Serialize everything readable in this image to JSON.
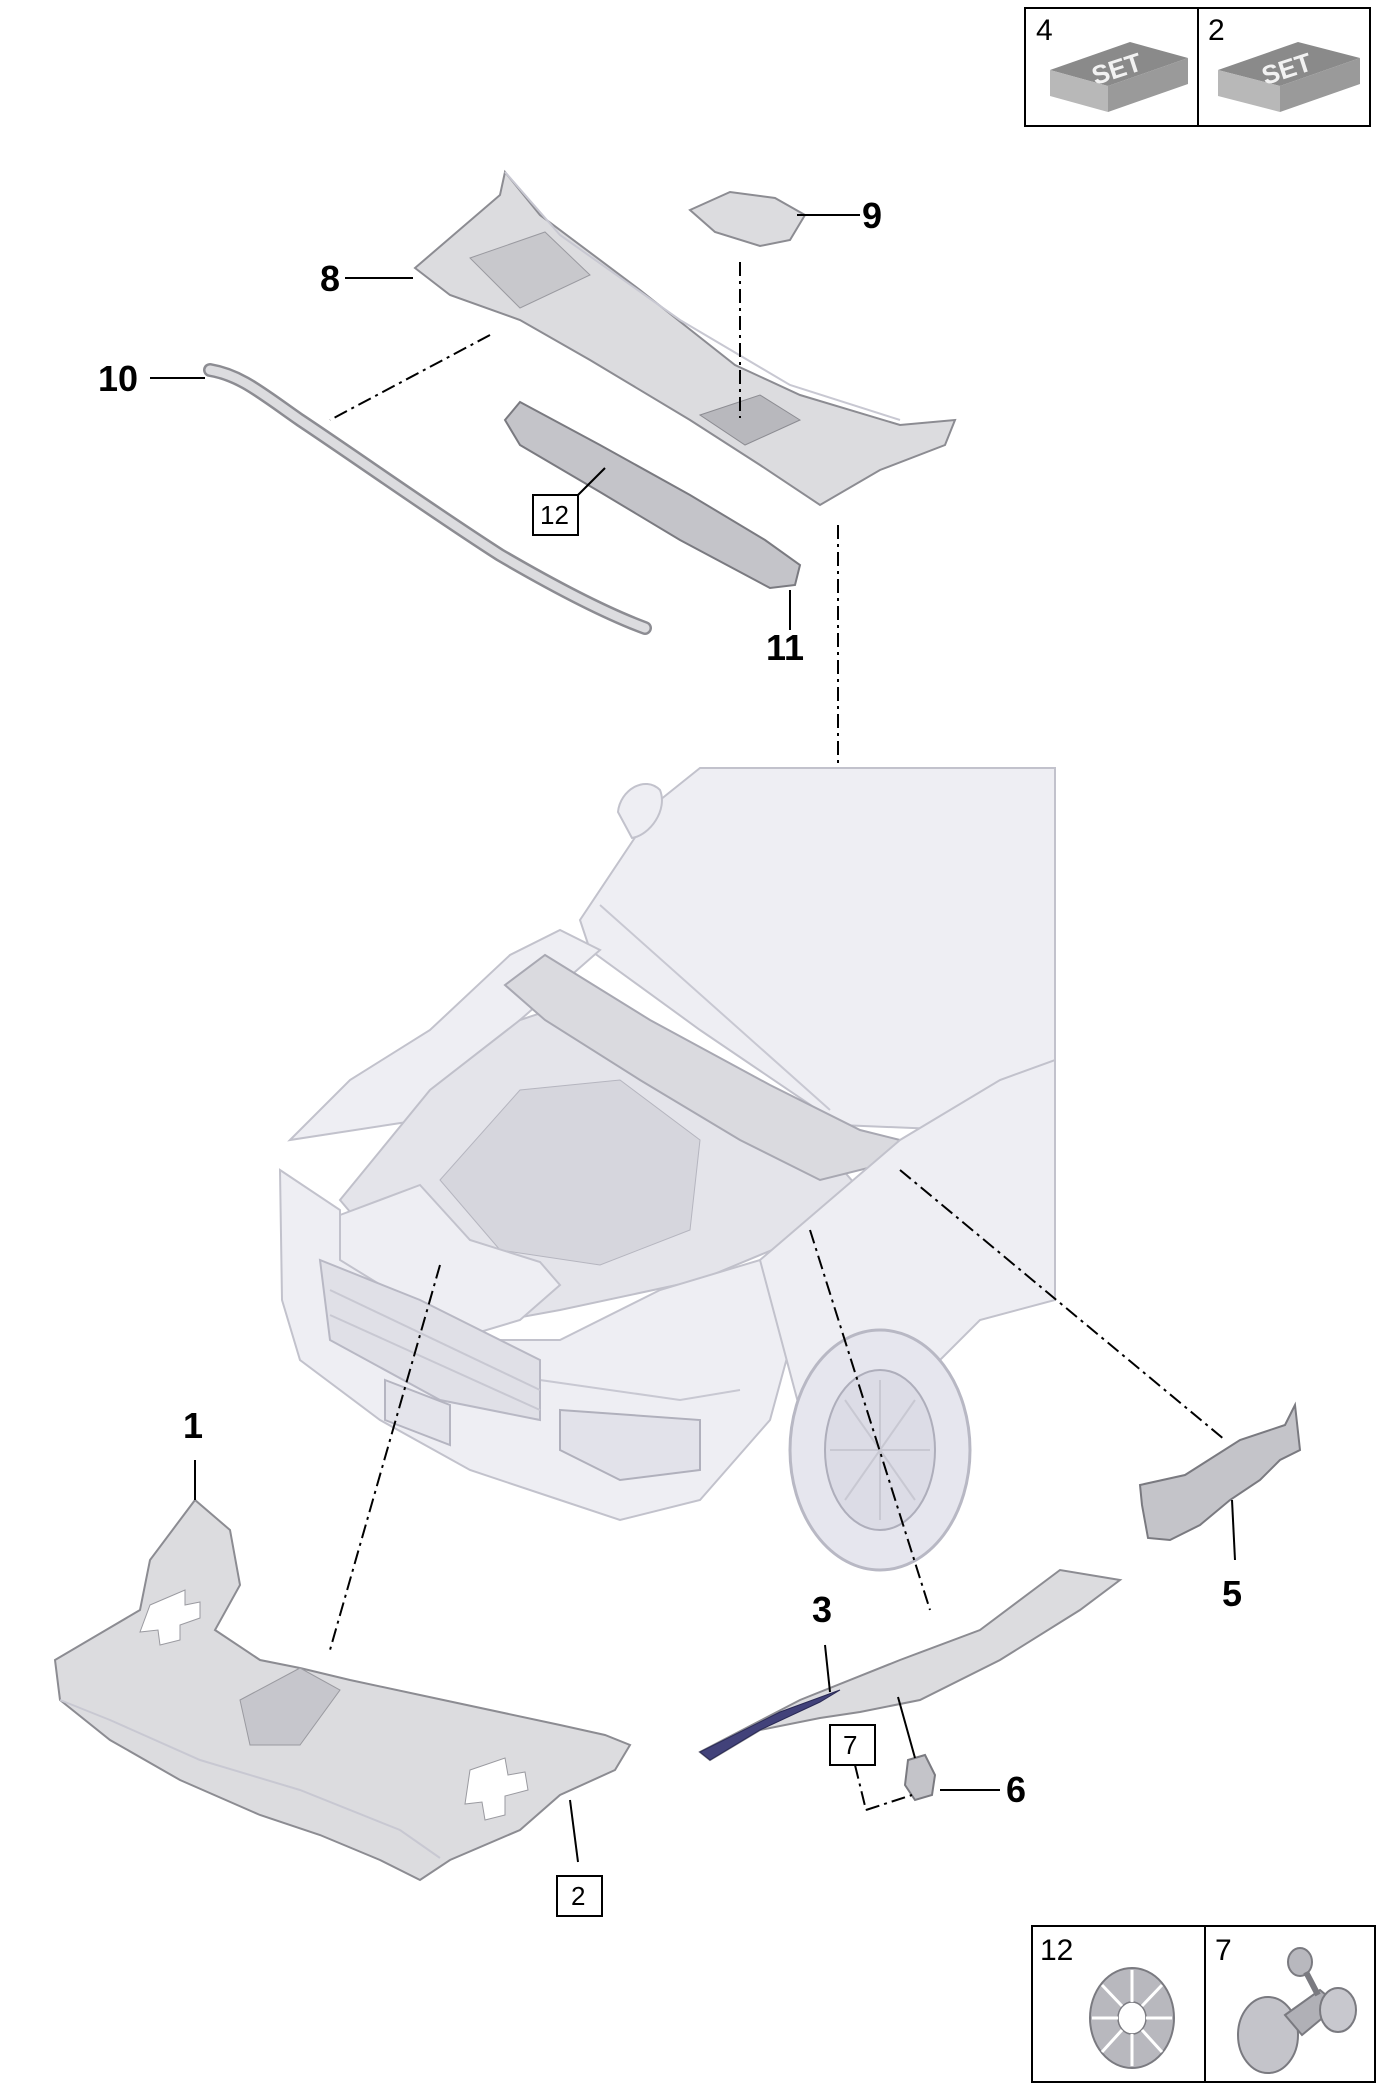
{
  "callouts": {
    "c1": "1",
    "c3": "3",
    "c5": "5",
    "c6": "6",
    "c8": "8",
    "c9": "9",
    "c10": "10",
    "c11": "11"
  },
  "boxed": {
    "b2": "2",
    "b7": "7",
    "b12": "12"
  },
  "sets": [
    {
      "num": "4",
      "label": "SET"
    },
    {
      "num": "2",
      "label": "SET"
    }
  ],
  "fasteners": [
    {
      "num": "12",
      "icon": "clip-nut-icon"
    },
    {
      "num": "7",
      "icon": "push-rivet-icon"
    }
  ],
  "colors": {
    "part": "#dcdcdf",
    "car": "#eeeef3",
    "line": "#000000"
  }
}
